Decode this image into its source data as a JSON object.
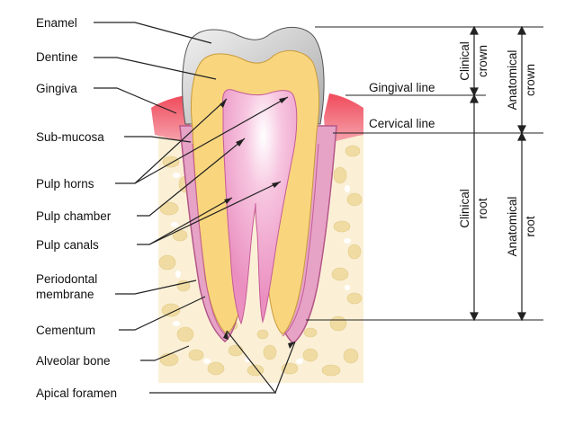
{
  "labels": {
    "enamel": "Enamel",
    "dentine": "Dentine",
    "gingiva": "Gingiva",
    "submucosa": "Sub-mucosa",
    "pulp_horns": "Pulp horns",
    "pulp_chamber": "Pulp chamber",
    "pulp_canals": "Pulp canals",
    "periodontal_1": "Periodontal",
    "periodontal_2": "membrane",
    "cementum": "Cementum",
    "alveolar_bone": "Alveolar bone",
    "apical_foramen": "Apical foramen",
    "gingival_line": "Gingival line",
    "cervical_line": "Cervical line",
    "clinical_crown_1": "Clinical",
    "clinical_crown_2": "crown",
    "anatomical_crown_1": "Anatomical",
    "anatomical_crown_2": "crown",
    "clinical_root_1": "Clinical",
    "clinical_root_2": "root",
    "anatomical_root_1": "Anatomical",
    "anatomical_root_2": "root"
  },
  "colors": {
    "enamel": "#d9d9d9",
    "dentine": "#f8d680",
    "pulp": "#f2a9cf",
    "gingiva": "#e8364a",
    "bone": "#f4e2b0",
    "membrane": "#d07aa8",
    "line": "#222222"
  }
}
